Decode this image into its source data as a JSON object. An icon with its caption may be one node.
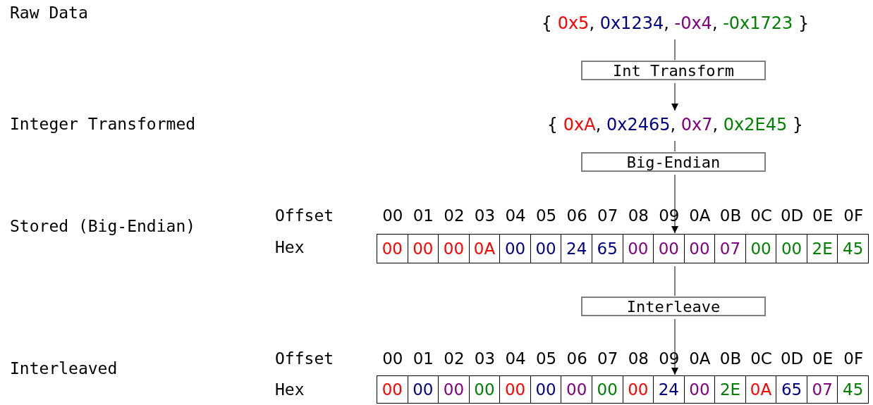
{
  "diagram": {
    "nodes": [
      {
        "text": [
          "{ 0x5, 0x1234, -0x4, -0x1723 }"
        ]
      },
      {
        "text": [
          "Int Transform"
        ]
      },
      {
        "text": [
          "{ 0xA, 0x2465, 0x7, 0x2E45 }"
        ]
      },
      {
        "text": [
          "Big-Endian"
        ]
      },
      {
        "text": [
          "00",
          "00",
          "00",
          "0A",
          "00",
          "00",
          "24",
          "65",
          "00",
          "00",
          "00",
          "07",
          "00",
          "00",
          "2E",
          "45"
        ]
      },
      {
        "text": [
          "Interleave"
        ]
      },
      {
        "text": [
          "00",
          "00",
          "00",
          "00",
          "00",
          "00",
          "00",
          "00",
          "00",
          "24",
          "00",
          "2E",
          "0A",
          "65",
          "07",
          "45"
        ]
      }
    ],
    "edges": [
      {
        "from": 0,
        "to": 1,
        "arrow": "none"
      },
      {
        "from": 1,
        "to": 2,
        "arrow": "to"
      },
      {
        "from": 2,
        "to": 3,
        "arrow": "none"
      },
      {
        "from": 3,
        "to": 4,
        "arrow": "to"
      },
      {
        "from": 4,
        "to": 5,
        "arrow": "none"
      },
      {
        "from": 5,
        "to": 6,
        "arrow": "to"
      }
    ],
    "labels": [
      "Raw Data",
      "Integer Transformed",
      "Stored (Big-Endian)",
      "Offset",
      "00",
      "01",
      "02",
      "03",
      "04",
      "05",
      "06",
      "07",
      "08",
      "09",
      "0A",
      "0B",
      "0C",
      "0D",
      "0E",
      "0F",
      "Hex",
      "Interleaved",
      "Offset",
      "00",
      "01",
      "02",
      "03",
      "04",
      "05",
      "06",
      "07",
      "08",
      "09",
      "0A",
      "0B",
      "0C",
      "0D",
      "0E",
      "0F",
      "Hex"
    ]
  }
}
